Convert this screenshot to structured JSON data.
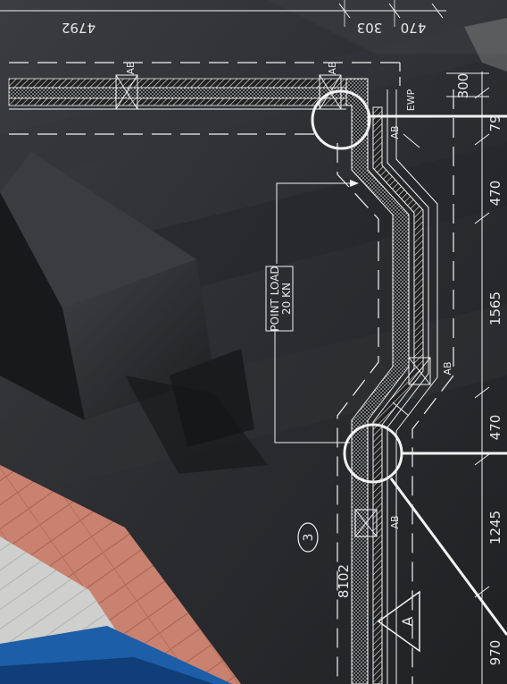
{
  "drawing": {
    "top_dimensions": {
      "overall": "4792",
      "segment_a": "303",
      "segment_b": "470"
    },
    "right_dimensions": {
      "d1": "300",
      "d2": "79",
      "d3": "470",
      "d4": "1565",
      "d5": "470",
      "d6": "1245",
      "d7": "970"
    },
    "overall_length": "8102",
    "point_load": {
      "line1": "POINT LOAD",
      "line2": "20 KN"
    },
    "labels": {
      "ab": "AB",
      "ewp": "EWP",
      "section_marker": "3",
      "elevation_marker": "A"
    }
  },
  "colors": {
    "line": "#f2f2f2",
    "background": "#2a2c2f",
    "roof_tile": "#c98270",
    "accent_blue": "#1c5fa8"
  }
}
